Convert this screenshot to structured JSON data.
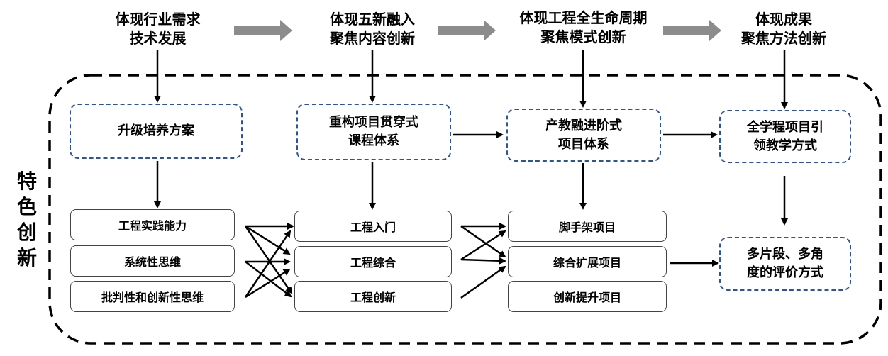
{
  "top_labels": [
    {
      "line1": "体现行业需求",
      "line2": "技术发展"
    },
    {
      "line1": "体现五新融入",
      "line2": "聚焦内容创新"
    },
    {
      "line1": "体现工程全生命周期",
      "line2": "聚焦模式创新"
    },
    {
      "line1": "体现成果",
      "line2": "聚焦方法创新"
    }
  ],
  "side_label": [
    "特",
    "色",
    "创",
    "新"
  ],
  "blue_boxes": {
    "b1": [
      "升级培养方案"
    ],
    "b2": [
      "重构项目贯穿式",
      "课程体系"
    ],
    "b3": [
      "产教融进阶式",
      "项目体系"
    ],
    "b4": [
      "全学程项目引",
      "领教学方式"
    ],
    "b5": [
      "多片段、多角",
      "度的评价方式"
    ]
  },
  "col1": [
    "工程实践能力",
    "系统性思维",
    "批判性和创新性思维"
  ],
  "col2": [
    "工程入门",
    "工程综合",
    "工程创新"
  ],
  "col3": [
    "脚手架项目",
    "综合扩展项目",
    "创新提升项目"
  ],
  "colors": {
    "arrow_gray": "#8c8c8c",
    "blue_border": "#2f5496",
    "line": "#000000"
  }
}
